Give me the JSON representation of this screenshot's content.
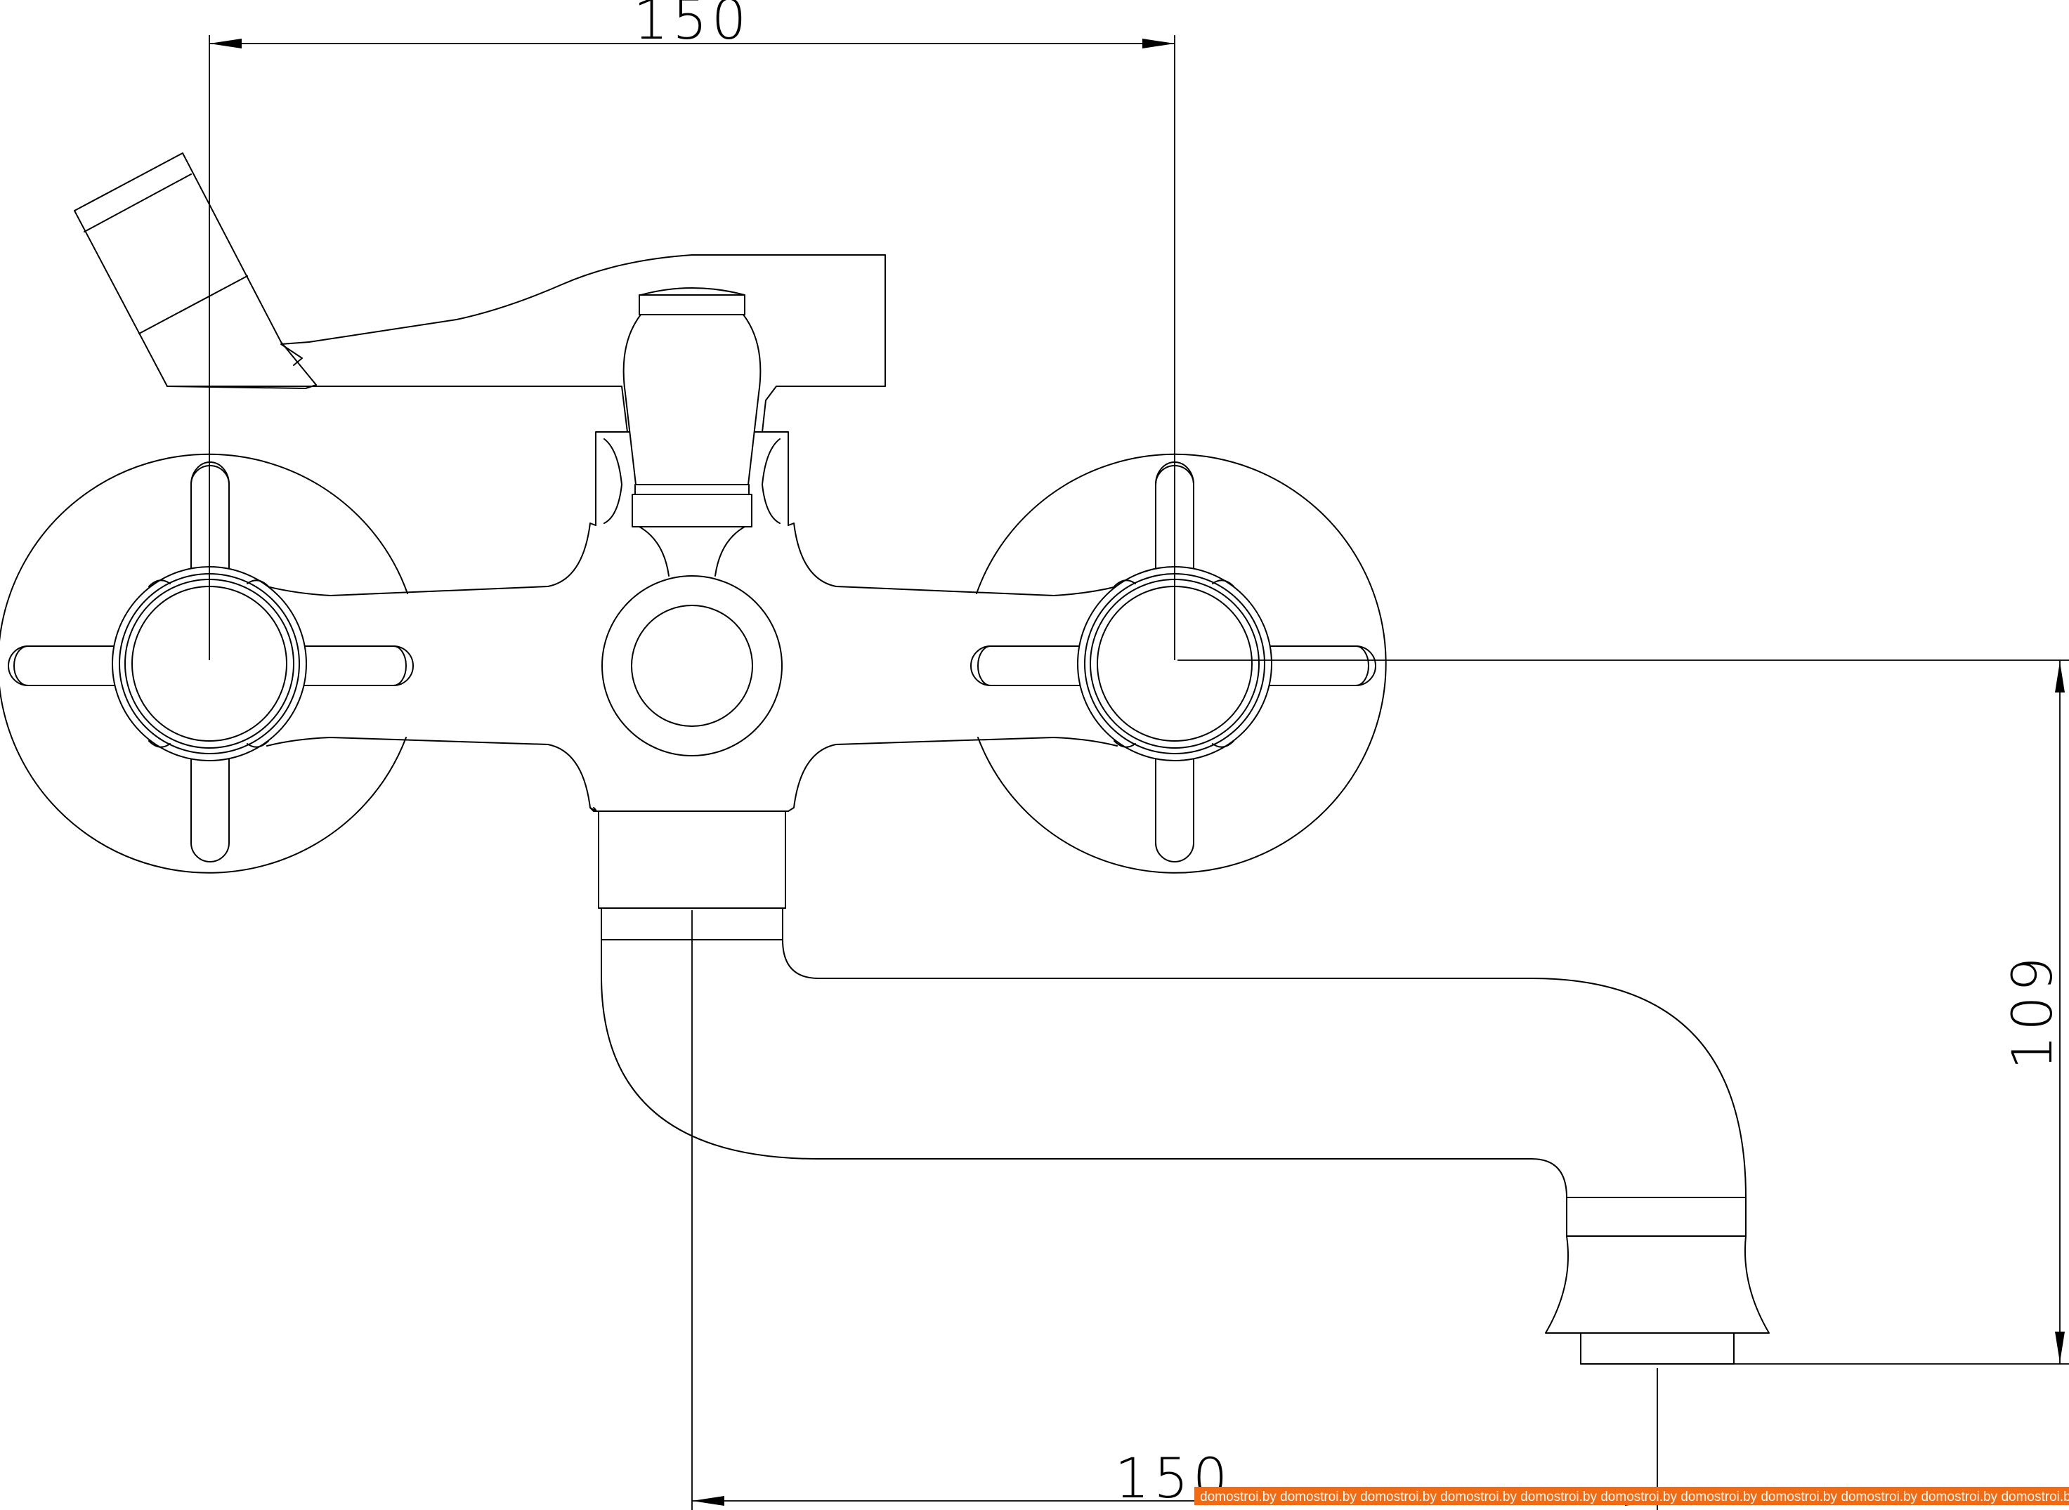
{
  "dimensions": {
    "top_width": "150",
    "bottom_width": "150",
    "height": "109"
  },
  "watermark": {
    "text": "domostroi.by  domostroi.by  domostroi.by  domostroi.by  domostroi.by  domostroi.by  domostroi.by  domostroi.by  domostroi.by  domostroi.by  domostroi.by  domostroi.by",
    "color": "#f26a12"
  }
}
